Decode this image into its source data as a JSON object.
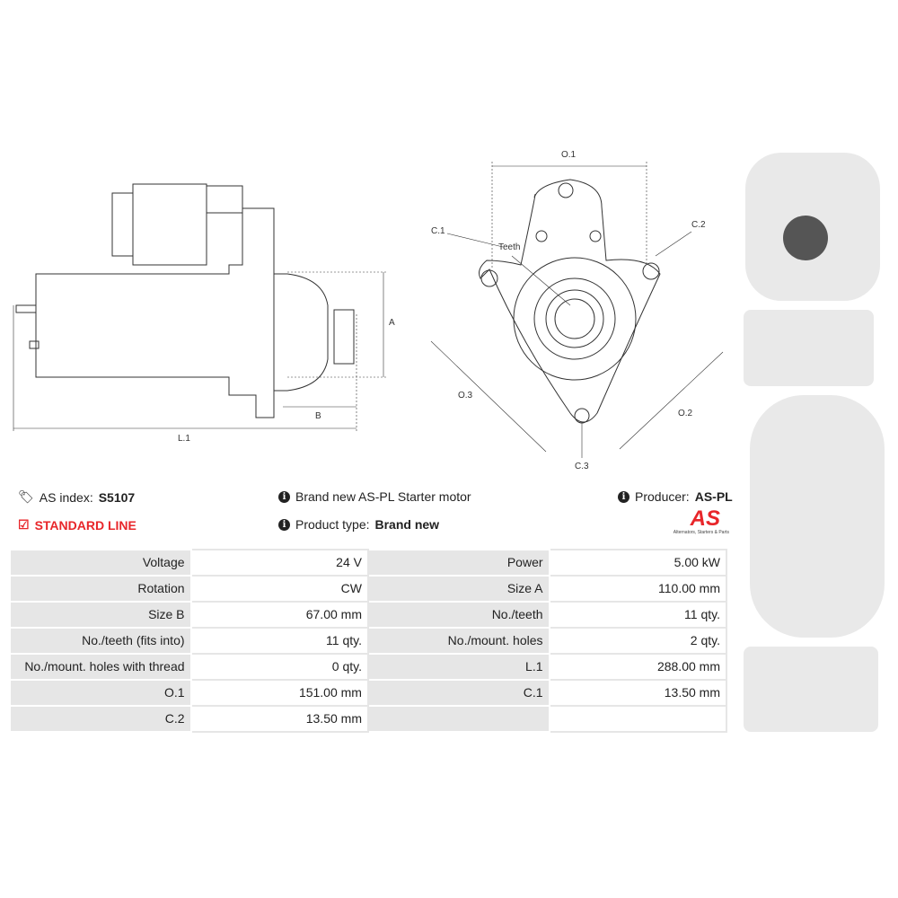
{
  "diagram_side": {
    "labels": {
      "a": "A",
      "b": "B",
      "l1": "L.1"
    }
  },
  "diagram_front": {
    "labels": {
      "o1": "O.1",
      "o2": "O.2",
      "o3": "O.3",
      "c1": "C.1",
      "c2": "C.2",
      "c3": "C.3",
      "teeth": "Teeth"
    }
  },
  "info": {
    "as_index_label": "AS index:",
    "as_index_value": "S5107",
    "line": "STANDARD LINE",
    "description": "Brand new AS-PL Starter motor",
    "product_type_label": "Product type:",
    "product_type_value": "Brand new",
    "producer_label": "Producer:",
    "producer_value": "AS-PL",
    "logo_text": "AS",
    "logo_tagline": "Alternators, Starters & Parts"
  },
  "colors": {
    "accent": "#e8262a",
    "table_label_bg": "#e6e6e6"
  },
  "specs": [
    [
      "Voltage",
      "24 V",
      "Power",
      "5.00 kW"
    ],
    [
      "Rotation",
      "CW",
      "Size A",
      "110.00 mm"
    ],
    [
      "Size B",
      "67.00 mm",
      "No./teeth",
      "11 qty."
    ],
    [
      "No./teeth (fits into)",
      "11 qty.",
      "No./mount. holes",
      "2 qty."
    ],
    [
      "No./mount. holes with thread",
      "0 qty.",
      "L.1",
      "288.00 mm"
    ],
    [
      "O.1",
      "151.00 mm",
      "C.1",
      "13.50 mm"
    ],
    [
      "C.2",
      "13.50 mm",
      "",
      ""
    ]
  ]
}
